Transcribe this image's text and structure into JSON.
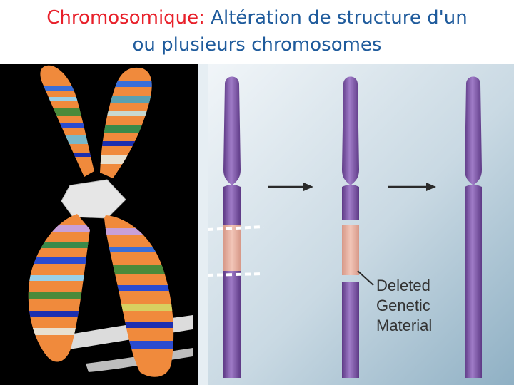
{
  "title": {
    "part1": "Chromosomique:",
    "part2": "Altération de structure d'un",
    "line2": "ou plusieurs chromosomes"
  },
  "colors": {
    "title_red": "#e8202a",
    "title_blue": "#1f5b9c",
    "left_background": "#000000",
    "chromatid_orange": "#f08a3c",
    "chromosome_purple": "#8a5aa8",
    "deleted_region": "#e9b0a0"
  },
  "diagram": {
    "label": {
      "line1": "Deleted",
      "line2": "Genetic",
      "line3": "Material"
    },
    "icons": [
      "arrow-right-icon",
      "arrow-right-icon"
    ]
  }
}
